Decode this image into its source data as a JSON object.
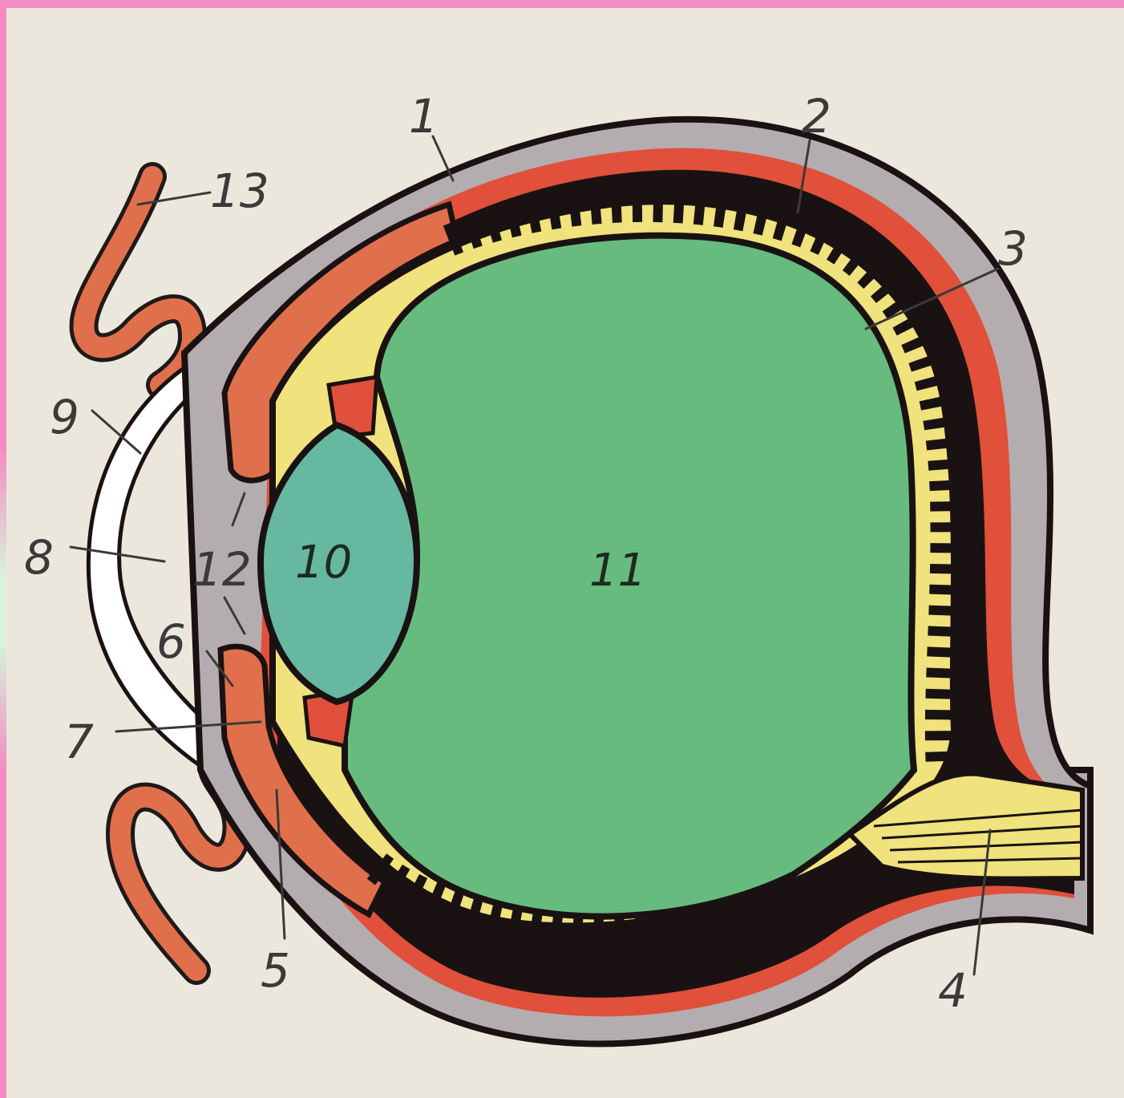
{
  "labels": {
    "n1": "1",
    "n2": "2",
    "n3": "3",
    "n4": "4",
    "n5": "5",
    "n6": "6",
    "n7": "7",
    "n8": "8",
    "n9": "9",
    "n10": "10",
    "n11": "11",
    "n12": "12",
    "n13": "13"
  },
  "colors": {
    "frame": "#f48cc4",
    "background": "#ece7dc",
    "sclera": "#b4adb0",
    "choroid": "#e0503a",
    "pigment": "#1a1212",
    "retina": "#f0e27c",
    "vitreous": "#67bb7f",
    "lens": "#66b9a0",
    "iris": "#e0704c",
    "cornea": "#ffffff",
    "eyelid": "#e0704c"
  }
}
